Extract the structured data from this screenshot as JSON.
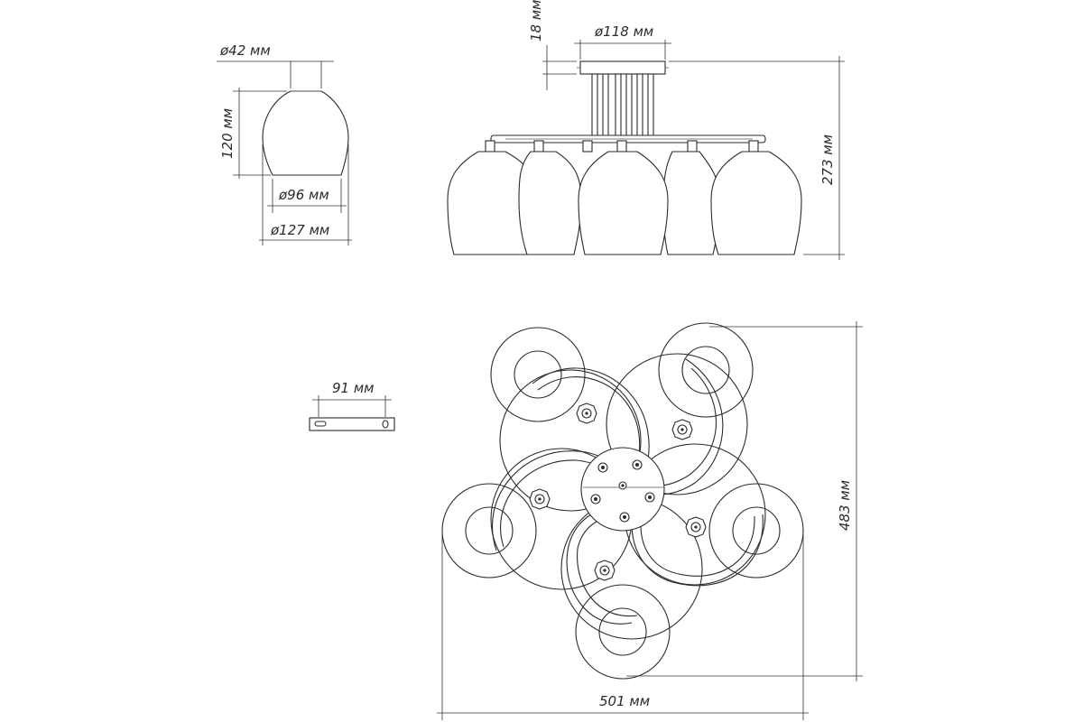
{
  "dimensions": {
    "shade_top_diameter": "ø42 мм",
    "shade_height": "120 мм",
    "shade_neck_diameter": "ø96 мм",
    "shade_max_diameter": "ø127 мм",
    "canopy_thickness": "18 мм",
    "canopy_diameter": "ø118 мм",
    "total_height": "273 мм",
    "bracket_length": "91 мм",
    "total_depth": "483 мм",
    "total_width": "501 мм"
  },
  "colors": {
    "line": "#2b2b2b",
    "background": "#ffffff"
  }
}
